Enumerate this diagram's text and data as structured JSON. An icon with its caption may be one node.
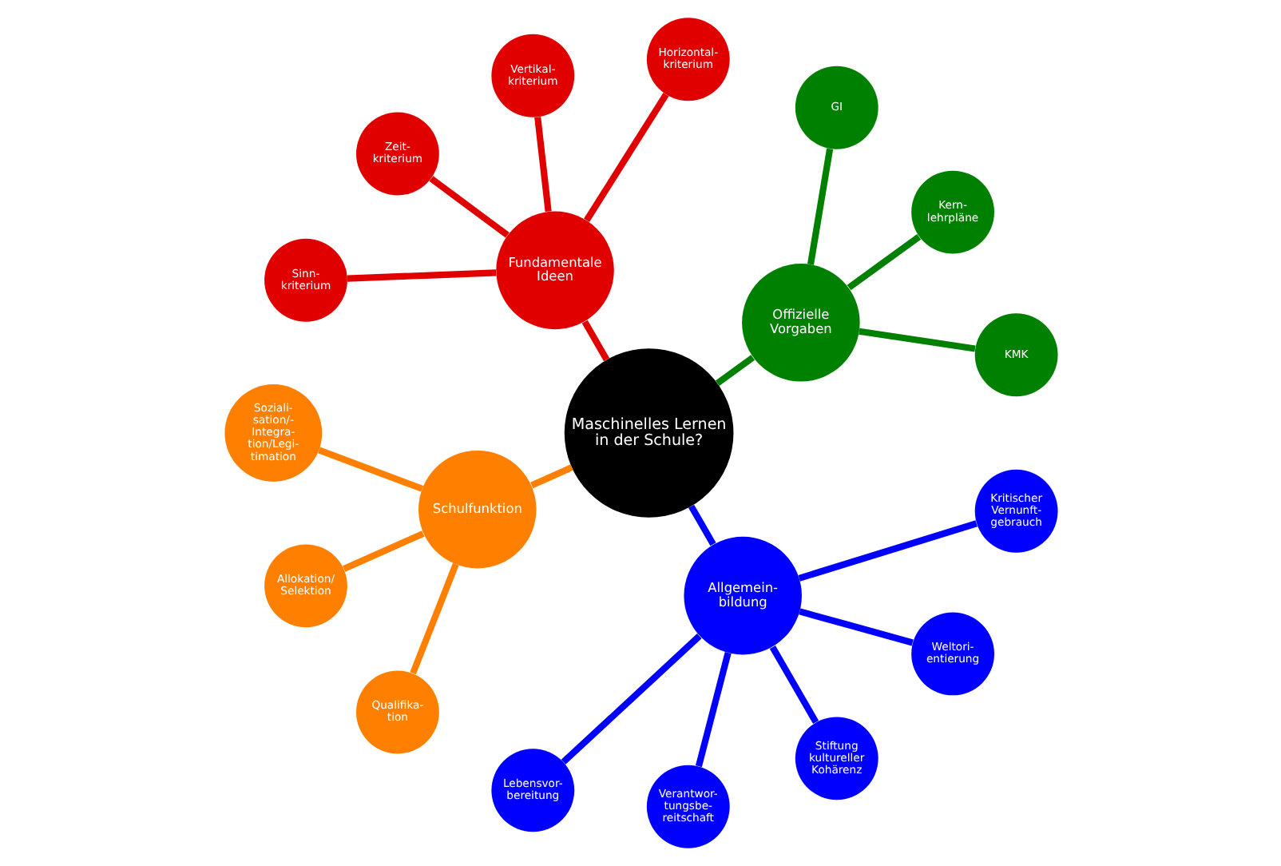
{
  "diagram": {
    "nodes": [
      {
        "text": [
          "Maschinelles Lernen in der Schule?"
        ]
      },
      {
        "text": [
          "Offizielle Vorgaben"
        ]
      },
      {
        "text": [
          "KMK"
        ]
      },
      {
        "text": [
          "Kern- lehrpläne"
        ]
      },
      {
        "text": [
          "GI"
        ]
      },
      {
        "text": [
          "Fundamentale Ideen"
        ]
      },
      {
        "text": [
          "Horizontal- kriterium"
        ]
      },
      {
        "text": [
          "Vertikal- kriterium"
        ]
      },
      {
        "text": [
          "Zeit- kriterium"
        ]
      },
      {
        "text": [
          "Sinn- kriterium"
        ]
      },
      {
        "text": [
          "Schulfunktion"
        ]
      },
      {
        "text": [
          "Soziali- sation/- Integra- tion/Legi- timation"
        ]
      },
      {
        "text": [
          "Allokation/ Selektion"
        ]
      },
      {
        "text": [
          "Qualifika- tion"
        ]
      },
      {
        "text": [
          "Allgemein- bildung"
        ]
      },
      {
        "text": [
          "Lebensvor- bereitung"
        ]
      },
      {
        "text": [
          "Verantwor- tungsbe- reitschaft"
        ]
      },
      {
        "text": [
          "Stiftung kultureller Kohärenz"
        ]
      },
      {
        "text": [
          "Weltori- entierung"
        ]
      },
      {
        "text": [
          "Kritischer Vernunft- gebrauch"
        ]
      }
    ],
    "edges": [
      {
        "from": 0,
        "to": 1,
        "arrow": "none",
        "color": "#008000"
      },
      {
        "from": 1,
        "to": 2,
        "arrow": "none",
        "color": "#008000"
      },
      {
        "from": 1,
        "to": 3,
        "arrow": "none",
        "color": "#008000"
      },
      {
        "from": 1,
        "to": 4,
        "arrow": "none",
        "color": "#008000"
      },
      {
        "from": 0,
        "to": 5,
        "arrow": "none",
        "color": "#e00000"
      },
      {
        "from": 5,
        "to": 6,
        "arrow": "none",
        "color": "#e00000"
      },
      {
        "from": 5,
        "to": 7,
        "arrow": "none",
        "color": "#e00000"
      },
      {
        "from": 5,
        "to": 8,
        "arrow": "none",
        "color": "#e00000"
      },
      {
        "from": 5,
        "to": 9,
        "arrow": "none",
        "color": "#e00000"
      },
      {
        "from": 0,
        "to": 10,
        "arrow": "none",
        "color": "#ff8000"
      },
      {
        "from": 10,
        "to": 11,
        "arrow": "none",
        "color": "#ff8000"
      },
      {
        "from": 10,
        "to": 12,
        "arrow": "none",
        "color": "#ff8000"
      },
      {
        "from": 10,
        "to": 13,
        "arrow": "none",
        "color": "#ff8000"
      },
      {
        "from": 0,
        "to": 14,
        "arrow": "none"
      },
      {
        "from": 14,
        "to": 15,
        "arrow": "none"
      },
      {
        "from": 14,
        "to": 16,
        "arrow": "none"
      },
      {
        "from": 14,
        "to": 17,
        "arrow": "none"
      },
      {
        "from": 14,
        "to": 18,
        "arrow": "none"
      },
      {
        "from": 14,
        "to": 19,
        "arrow": "none"
      }
    ]
  }
}
